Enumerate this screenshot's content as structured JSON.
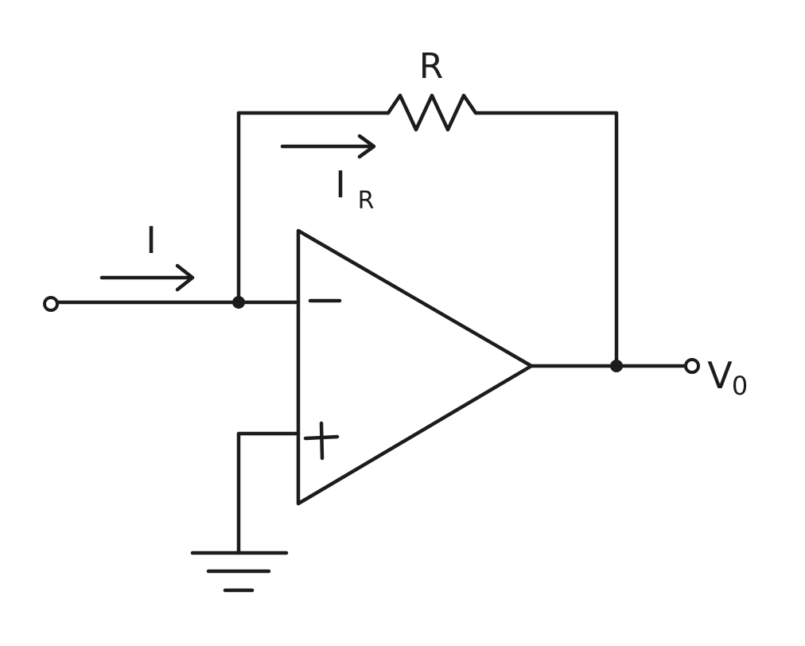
{
  "labels": {
    "resistor": "R",
    "input_current": "I",
    "resistor_current_main": "I",
    "resistor_current_sub": "R",
    "output_main": "V",
    "output_sub": "0"
  },
  "colors": {
    "ink": "#1c1c1c",
    "paper": "#ffffff"
  },
  "icons": {
    "inverting_input": "minus-sign-icon",
    "noninverting_input": "plus-sign-icon",
    "ground": "ground-symbol-icon"
  }
}
